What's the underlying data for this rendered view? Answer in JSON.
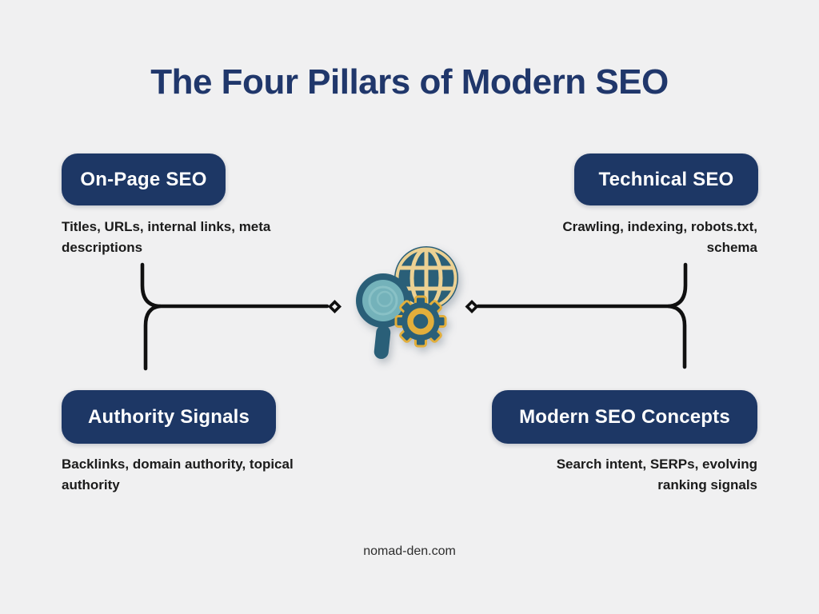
{
  "page": {
    "title": "The Four Pillars of Modern SEO",
    "footer": "nomad-den.com"
  },
  "theme": {
    "background": "#f0f0f1",
    "pill_navy": "#1d3765",
    "title_navy": "#20376b",
    "body_text": "#1b1b1b",
    "connector_black": "#101010",
    "icon_teal_dark": "#2a5f78",
    "icon_teal_light": "#74b2ba",
    "icon_gold_light": "#ecd193",
    "icon_gold_dark": "#e2ae3b"
  },
  "pillars": [
    {
      "label": "On-Page SEO",
      "description": "Titles, URLs, internal links, meta descriptions",
      "position": "top-left"
    },
    {
      "label": "Technical SEO",
      "description": "Crawling, indexing, robots.txt, schema",
      "position": "top-right"
    },
    {
      "label": "Authority Signals",
      "description": "Backlinks, domain authority, topical authority",
      "position": "bottom-left"
    },
    {
      "label": "Modern SEO Concepts",
      "description": "Search intent, SERPs, evolving ranking signals",
      "position": "bottom-right"
    }
  ],
  "center_icon": {
    "name": "seo-search-globe-gear",
    "parts": [
      "globe-icon",
      "magnifier-icon",
      "gear-icon"
    ]
  }
}
